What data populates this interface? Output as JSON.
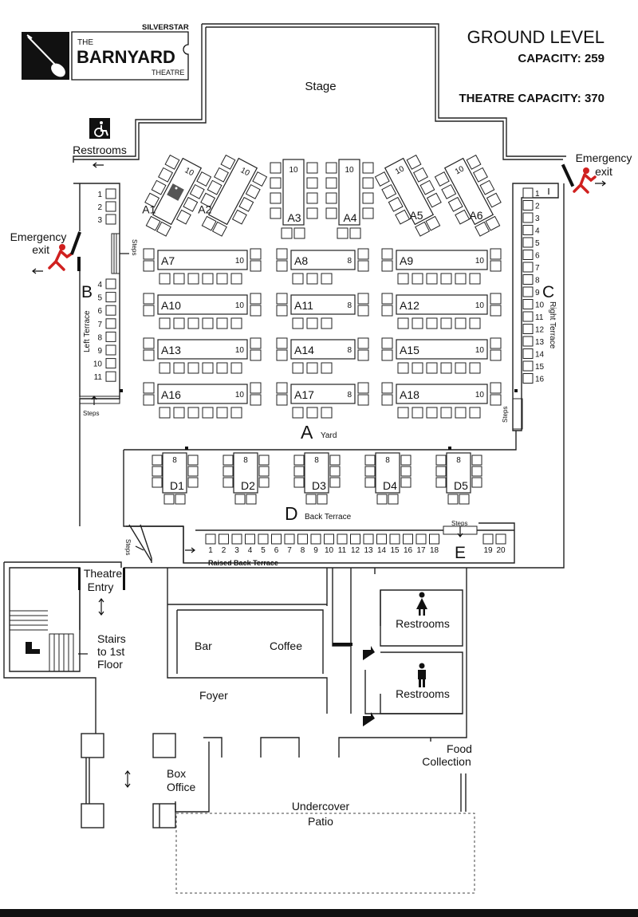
{
  "logo": {
    "brand_top": "SILVERSTAR",
    "line1": "THE",
    "line2": "BARNYARD",
    "line3": "THEATRE"
  },
  "header": {
    "title": "GROUND LEVEL",
    "capacity": "CAPACITY: 259",
    "theatre_capacity": "THEATRE CAPACITY: 370"
  },
  "labels": {
    "stage": "Stage",
    "restrooms_top": "Restrooms",
    "emergency_left_1": "Emergency",
    "emergency_left_2": "exit",
    "emergency_right_1": "Emergency",
    "emergency_right_2": "exit",
    "section_b": "B",
    "left_terrace": "Left Terrace",
    "section_c": "C",
    "right_terrace": "Right Terrace",
    "section_a": "A",
    "yard": "Yard",
    "section_d": "D",
    "back_terrace": "Back Terrace",
    "section_e": "E",
    "raised_back_terrace": "Raised Back Terrace",
    "steps": "Steps",
    "theatre_entry_1": "Theatre",
    "theatre_entry_2": "Entry",
    "stairs_1": "Stairs",
    "stairs_2": "to 1st",
    "stairs_3": "Floor",
    "bar": "Bar",
    "coffee": "Coffee",
    "foyer": "Foyer",
    "restrooms_women": "Restrooms",
    "restrooms_men": "Restrooms",
    "food_1": "Food",
    "food_2": "Collection",
    "box_1": "Box",
    "box_2": "Office",
    "patio_1": "Undercover",
    "patio_2": "Patio"
  },
  "angled_tables": [
    {
      "name": "A1",
      "seats": "10"
    },
    {
      "name": "A2",
      "seats": "10"
    },
    {
      "name": "A5",
      "seats": "10"
    },
    {
      "name": "A6",
      "seats": "10"
    }
  ],
  "upright_tables": [
    {
      "name": "A3",
      "seats": "10"
    },
    {
      "name": "A4",
      "seats": "10"
    }
  ],
  "yard_rows": [
    [
      {
        "name": "A7",
        "seats": "10"
      },
      {
        "name": "A8",
        "seats": "8"
      },
      {
        "name": "A9",
        "seats": "10"
      }
    ],
    [
      {
        "name": "A10",
        "seats": "10"
      },
      {
        "name": "A11",
        "seats": "8"
      },
      {
        "name": "A12",
        "seats": "10"
      }
    ],
    [
      {
        "name": "A13",
        "seats": "10"
      },
      {
        "name": "A14",
        "seats": "8"
      },
      {
        "name": "A15",
        "seats": "10"
      }
    ],
    [
      {
        "name": "A16",
        "seats": "10"
      },
      {
        "name": "A17",
        "seats": "8"
      },
      {
        "name": "A18",
        "seats": "10"
      }
    ]
  ],
  "d_tables": [
    {
      "name": "D1",
      "seats": "8"
    },
    {
      "name": "D2",
      "seats": "8"
    },
    {
      "name": "D3",
      "seats": "8"
    },
    {
      "name": "D4",
      "seats": "8"
    },
    {
      "name": "D5",
      "seats": "8"
    }
  ],
  "left_terrace_seats": [
    "1",
    "2",
    "3",
    "4",
    "5",
    "6",
    "7",
    "8",
    "9",
    "10",
    "11"
  ],
  "right_terrace_seats": [
    "1",
    "2",
    "3",
    "4",
    "5",
    "6",
    "7",
    "8",
    "9",
    "10",
    "11",
    "12",
    "13",
    "14",
    "15",
    "16"
  ],
  "raised_terrace_seats": [
    "1",
    "2",
    "3",
    "4",
    "5",
    "6",
    "7",
    "8",
    "9",
    "10",
    "11",
    "12",
    "13",
    "14",
    "15",
    "16",
    "17",
    "18"
  ],
  "raised_terrace_end_seats": [
    "19",
    "20"
  ],
  "colors": {
    "emergency": "#d0201f",
    "ink": "#111111",
    "accessible_bg": "#555555"
  },
  "icons": [
    "guitar-logo-icon",
    "wheelchair-icon",
    "running-person-icon",
    "female-icon",
    "male-icon",
    "stairs-arrow-icon"
  ]
}
